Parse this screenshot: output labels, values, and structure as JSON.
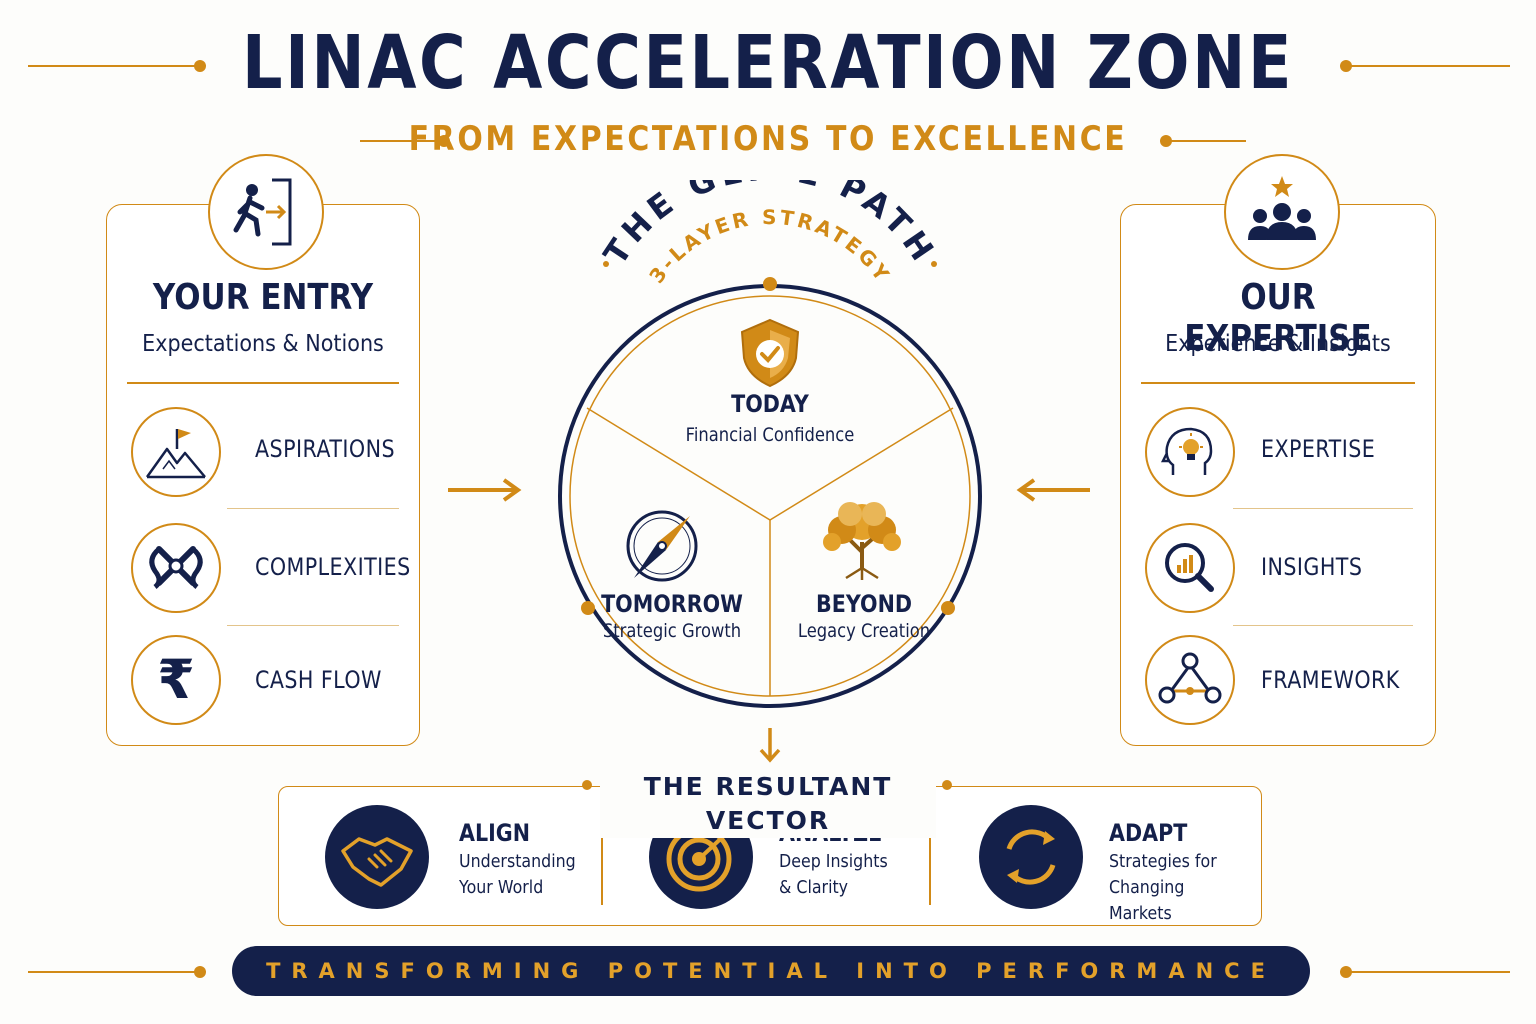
{
  "title": "LINAC ACCELERATION ZONE",
  "subtitle": "FROM EXPECTATIONS TO EXCELLENCE",
  "colors": {
    "navy": "#14204a",
    "gold": "#d18a17",
    "background": "#fdfdfb"
  },
  "left_panel": {
    "icon": "person-entering-door-icon",
    "title": "YOUR ENTRY",
    "subtitle": "Expectations & Notions",
    "items": [
      {
        "label": "ASPIRATIONS",
        "icon": "mountain-flag-icon"
      },
      {
        "label": "COMPLEXITIES",
        "icon": "knot-icon"
      },
      {
        "label": "CASH FLOW",
        "icon": "rupee-icon"
      }
    ]
  },
  "right_panel": {
    "icon": "team-star-icon",
    "title": "OUR EXPERTISE",
    "subtitle": "Experience & Insights",
    "items": [
      {
        "label": "EXPERTISE",
        "icon": "head-lightbulb-icon"
      },
      {
        "label": "INSIGHTS",
        "icon": "magnifier-chart-icon"
      },
      {
        "label": "FRAMEWORK",
        "icon": "network-nodes-icon"
      }
    ]
  },
  "glide_path": {
    "title": "THE GLIDE PATH",
    "subtitle": "3-LAYER STRATEGY",
    "segments": [
      {
        "title": "TODAY",
        "subtitle": "Financial Confidence",
        "icon": "shield-check-icon"
      },
      {
        "title": "TOMORROW",
        "subtitle": "Strategic Growth",
        "icon": "compass-icon"
      },
      {
        "title": "BEYOND",
        "subtitle": "Legacy Creation",
        "icon": "tree-icon"
      }
    ]
  },
  "result": {
    "title": "THE RESULTANT VECTOR",
    "items": [
      {
        "title": "ALIGN",
        "line1": "Understanding",
        "line2": "Your World",
        "icon": "handshake-icon"
      },
      {
        "title": "ANALYZE",
        "line1": "Deep Insights",
        "line2": "& Clarity",
        "icon": "target-icon"
      },
      {
        "title": "ADAPT",
        "line1": "Strategies for",
        "line2": "Changing Markets",
        "icon": "cycle-arrows-icon"
      }
    ]
  },
  "footer": "TRANSFORMING POTENTIAL INTO PERFORMANCE"
}
